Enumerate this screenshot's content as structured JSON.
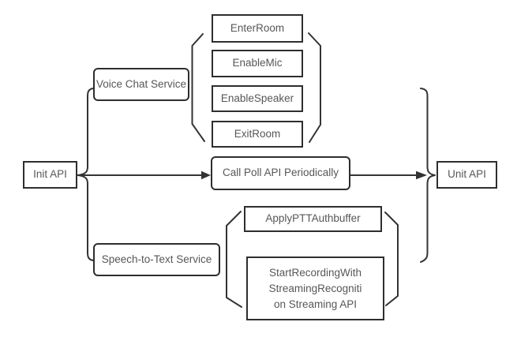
{
  "diagram": {
    "colors": {
      "box_border": "#2e2e2e",
      "connector_stroke": "#333333",
      "text": "#575757",
      "background": "#ffffff"
    },
    "nodes": {
      "init_api": {
        "label": "Init API"
      },
      "voice_chat_service": {
        "label": "Voice Chat Service"
      },
      "enter_room": {
        "label": "EnterRoom"
      },
      "enable_mic": {
        "label": "EnableMic"
      },
      "enable_speaker": {
        "label": "EnableSpeaker"
      },
      "exit_room": {
        "label": "ExitRoom"
      },
      "call_poll": {
        "label": "Call Poll API Periodically"
      },
      "speech_to_text_service": {
        "label": "Speech-to-Text Service"
      },
      "apply_ptt_authbuffer": {
        "label": "ApplyPTTAuthbuffer"
      },
      "start_recording": {
        "lines": [
          "StartRecordingWith",
          "StreamingRecogniti",
          "on Streaming API"
        ]
      },
      "unit_api": {
        "label": "Unit API"
      }
    },
    "relations": {
      "arrows": [
        {
          "from": "Init API",
          "to": "Call Poll API Periodically"
        },
        {
          "from": "Call Poll API Periodically",
          "to": "Unit API"
        }
      ],
      "left_brace_groups": [
        "Voice Chat Service",
        "Speech-to-Text Service"
      ],
      "left_brace_points_to": "Init API",
      "voice_chat_bracket_groups": [
        "EnterRoom",
        "EnableMic",
        "EnableSpeaker",
        "ExitRoom"
      ],
      "speech_bracket_groups": [
        "ApplyPTTAuthbuffer",
        "StartRecordingWith StreamingRecogniti on Streaming API"
      ],
      "right_brace_points_to": "Unit API"
    }
  }
}
